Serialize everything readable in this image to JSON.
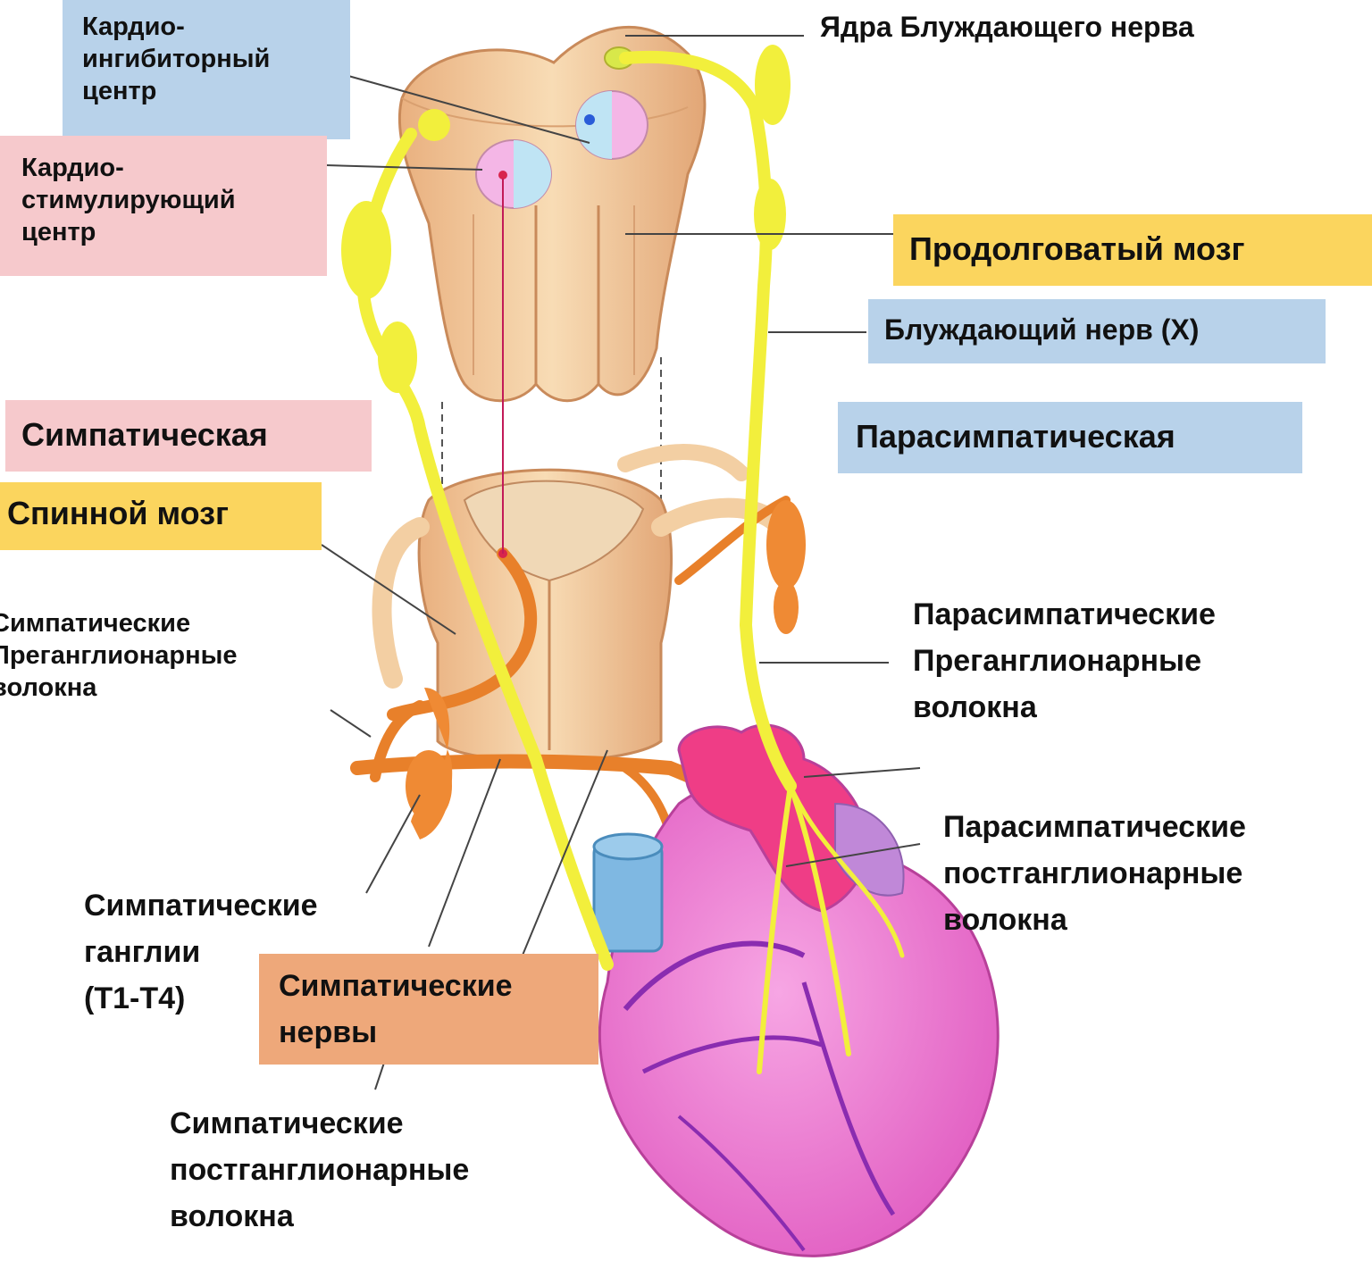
{
  "colors": {
    "blue_box": "#b8d2ea",
    "pink_box": "#f6c9cc",
    "yellow_box": "#fbd55e",
    "orange_box": "#eea87a",
    "vagus_nerve": "#f2ef3c",
    "sympathetic_nerve": "#e8802a",
    "spinal_tissue": "#f3cfa3",
    "heart": "#ec67c6",
    "vessel": "#7fb8e2"
  },
  "labels": {
    "cardio_inhibitory": "Кардио-\nингибиторный\nцентр",
    "cardio_stimulating": "Кардио-\nстимулирующий\nцентр",
    "vagus_nuclei": "Ядра Блуждающего нерва",
    "medulla": "Продолговатый мозг",
    "vagus_nerve": "Блуждающий нерв (X)",
    "sympathetic": "Симпатическая",
    "parasympathetic": "Парасимпатическая",
    "spinal_cord": "Спинной мозг",
    "symp_preganglionic": "Симпатические\nПреганглионарные\nволокна",
    "para_preganglionic": "Парасимпатические\nПреганглионарные\nволокна",
    "para_postganglionic": "Парасимпатические\nпостганглионарные\nволокна",
    "symp_ganglia": "Симпатические\nганглии\n(T1-T4)",
    "symp_nerves": "Симпатические\nнервы",
    "symp_postganglionic": "Симпатические\nпостганглионарные\nволокна"
  }
}
